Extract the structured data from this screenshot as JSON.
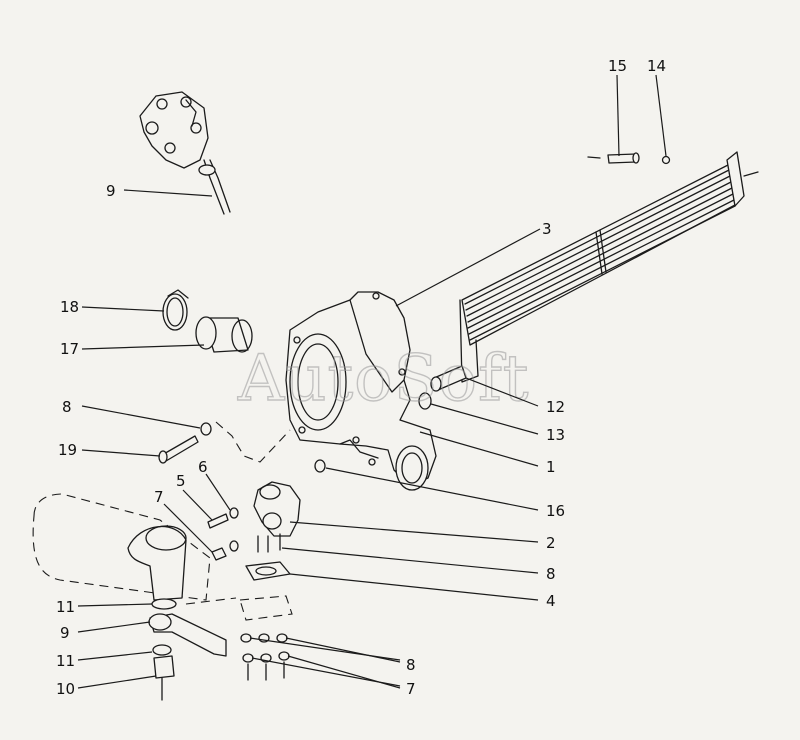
{
  "watermark": "AutoSoft",
  "callouts": [
    {
      "id": "15-top",
      "label": "15"
    },
    {
      "id": "14-top",
      "label": "14"
    },
    {
      "id": "9-top",
      "label": "9"
    },
    {
      "id": "3",
      "label": "3"
    },
    {
      "id": "18",
      "label": "18"
    },
    {
      "id": "17",
      "label": "17"
    },
    {
      "id": "12",
      "label": "12"
    },
    {
      "id": "8-upper",
      "label": "8"
    },
    {
      "id": "13",
      "label": "13"
    },
    {
      "id": "19",
      "label": "19"
    },
    {
      "id": "1",
      "label": "1"
    },
    {
      "id": "6",
      "label": "6"
    },
    {
      "id": "5",
      "label": "5"
    },
    {
      "id": "7-upper",
      "label": "7"
    },
    {
      "id": "16",
      "label": "16"
    },
    {
      "id": "2",
      "label": "2"
    },
    {
      "id": "8-middle",
      "label": "8"
    },
    {
      "id": "4",
      "label": "4"
    },
    {
      "id": "11-upper",
      "label": "11"
    },
    {
      "id": "9-lower",
      "label": "9"
    },
    {
      "id": "11-lower",
      "label": "11"
    },
    {
      "id": "8-lower",
      "label": "8"
    },
    {
      "id": "10",
      "label": "10"
    },
    {
      "id": "7-lower",
      "label": "7"
    }
  ]
}
